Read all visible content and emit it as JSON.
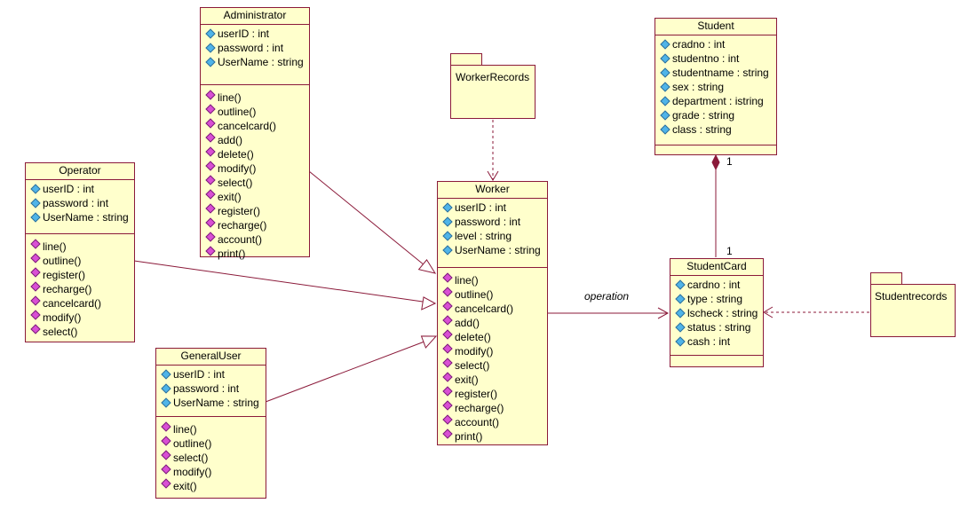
{
  "classes": {
    "administrator": {
      "name": "Administrator",
      "attributes": [
        "userID : int",
        "password : int",
        "UserName : string"
      ],
      "operations": [
        "line()",
        "outline()",
        "cancelcard()",
        "add()",
        "delete()",
        "modify()",
        "select()",
        "exit()",
        "register()",
        "recharge()",
        "account()",
        "print()"
      ]
    },
    "operator": {
      "name": "Operator",
      "attributes": [
        "userID : int",
        "password : int",
        "UserName : string"
      ],
      "operations": [
        "line()",
        "outline()",
        "register()",
        "recharge()",
        "cancelcard()",
        "modify()",
        "select()"
      ]
    },
    "general_user": {
      "name": "GeneralUser",
      "attributes": [
        "userID : int",
        "password : int",
        "UserName : string"
      ],
      "operations": [
        "line()",
        "outline()",
        "select()",
        "modify()",
        "exit()"
      ]
    },
    "worker": {
      "name": "Worker",
      "attributes": [
        "userID : int",
        "password : int",
        "level : string",
        "UserName : string"
      ],
      "operations": [
        "line()",
        "outline()",
        "cancelcard()",
        "add()",
        "delete()",
        "modify()",
        "select()",
        "exit()",
        "register()",
        "recharge()",
        "account()",
        "print()"
      ]
    },
    "student": {
      "name": "Student",
      "attributes": [
        "cradno : int",
        "studentno : int",
        "studentname : string",
        "sex : string",
        "department : istring",
        "grade : string",
        "class : string"
      ],
      "operations": []
    },
    "student_card": {
      "name": "StudentCard",
      "attributes": [
        "cardno : int",
        "type : string",
        "lscheck : string",
        "status : string",
        "cash : int"
      ],
      "operations": []
    }
  },
  "packages": {
    "worker_records": "WorkerRecords",
    "student_records": "Studentrecords"
  },
  "associations": {
    "operation_label": "operation",
    "composition_student_mult": "1",
    "composition_card_mult": "1"
  },
  "colors": {
    "fill": "#ffffcc",
    "border": "#8b1a3a",
    "attribute_icon": "#4fb4e8",
    "operation_icon": "#d94fd4"
  }
}
